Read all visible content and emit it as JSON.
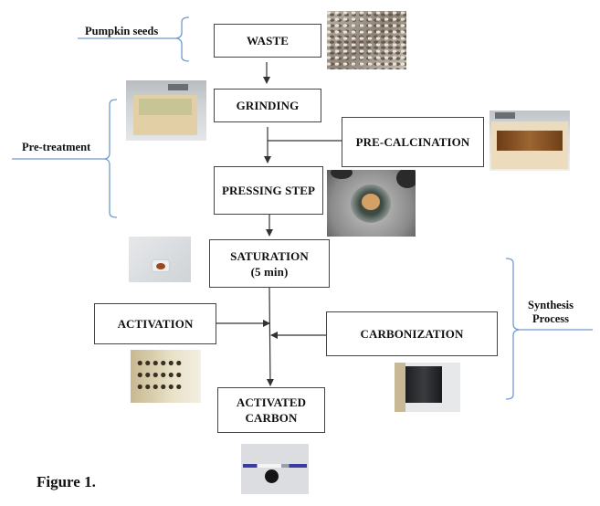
{
  "figure": {
    "caption": "Figure 1.",
    "colors": {
      "box_border": "#444444",
      "arrow": "#333333",
      "bracket": "#6f9bd1",
      "text": "#111111"
    }
  },
  "flow_boxes": {
    "waste": "WASTE",
    "grinding": "GRINDING",
    "pre_calcination": "PRE-CALCINATION",
    "pressing_step": "PRESSING STEP",
    "saturation_line1": "SATURATION",
    "saturation_line2": "(5 min)",
    "activation": "ACTIVATION",
    "carbonization": "CARBONIZATION",
    "activated_carbon_line1": "ACTIVATED",
    "activated_carbon_line2": "CARBON"
  },
  "group_labels": {
    "pumpkin_seeds": "Pumpkin seeds",
    "pre_treatment": "Pre-treatment",
    "synthesis_line1": "Synthesis",
    "synthesis_line2": "Process"
  },
  "photos": [
    {
      "id": "pumpkin-seeds-photo",
      "depicts": "pile of pumpkin seeds"
    },
    {
      "id": "ground-powder-tray-photo",
      "depicts": "tray with ground green powder"
    },
    {
      "id": "pre-calcined-tray-photo",
      "depicts": "tray with brown pre-calcined powder"
    },
    {
      "id": "press-die-photo",
      "depicts": "metal pressing die with pellet"
    },
    {
      "id": "saturation-cup-photo",
      "depicts": "small cup with pellet in solution"
    },
    {
      "id": "activation-tray-photo",
      "depicts": "tray with rows of dark pellets"
    },
    {
      "id": "carbonization-crucible-photo",
      "depicts": "crucible with black pellets"
    },
    {
      "id": "activated-carbon-pellet-photo",
      "depicts": "black pellet next to a pen"
    }
  ]
}
